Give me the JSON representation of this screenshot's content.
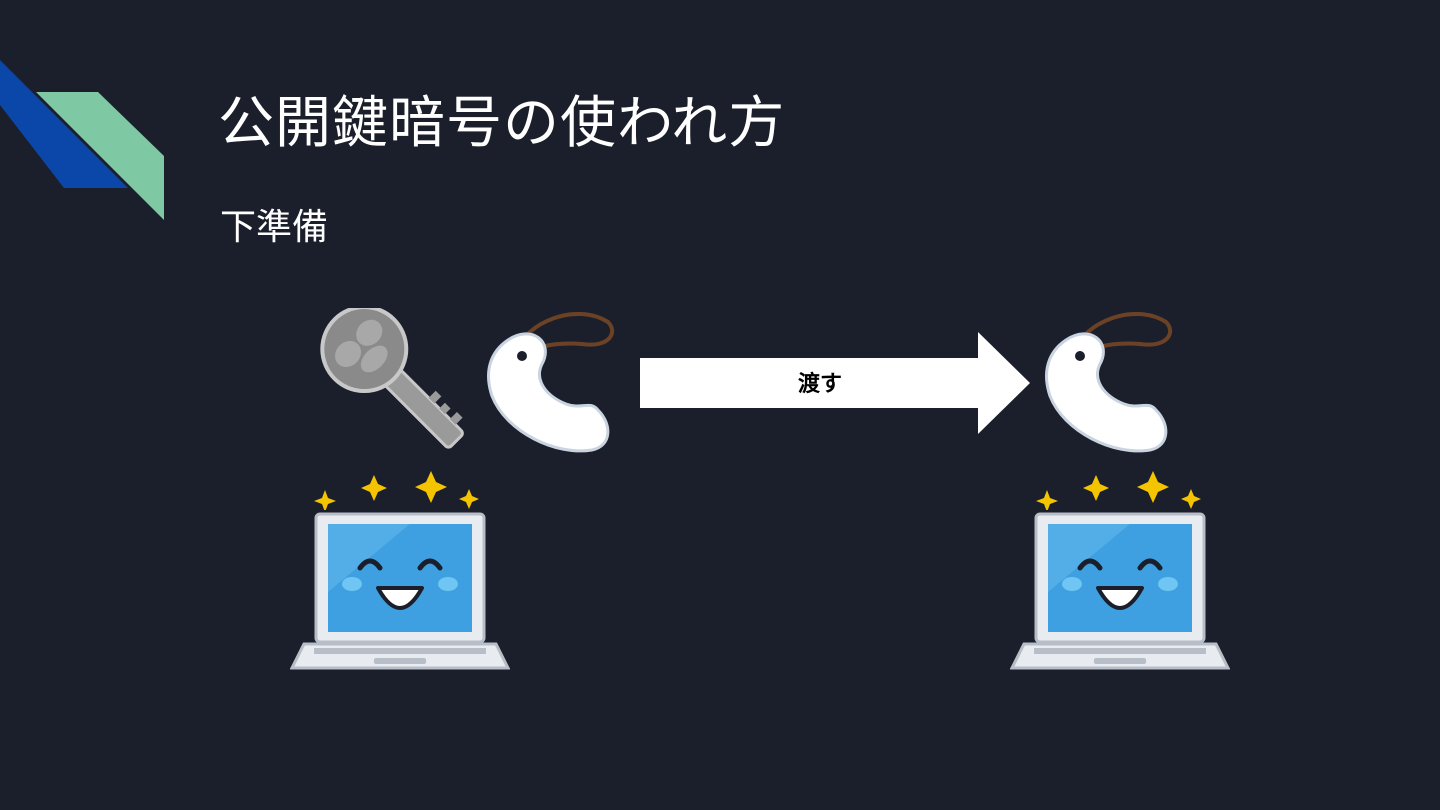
{
  "slide": {
    "title": "公開鍵暗号の使われ方",
    "subtitle": "下準備"
  },
  "diagram": {
    "arrow_label": "渡す",
    "left_items": [
      "private-key-icon",
      "public-key-tag-icon",
      "laptop-icon"
    ],
    "right_items": [
      "public-key-tag-icon",
      "laptop-icon"
    ]
  },
  "colors": {
    "background": "#1b1f2b",
    "accent_blue": "#0b47a8",
    "accent_green": "#7ec8a4",
    "screen_blue": "#3ea0e0",
    "sparkle_yellow": "#f5c400"
  }
}
